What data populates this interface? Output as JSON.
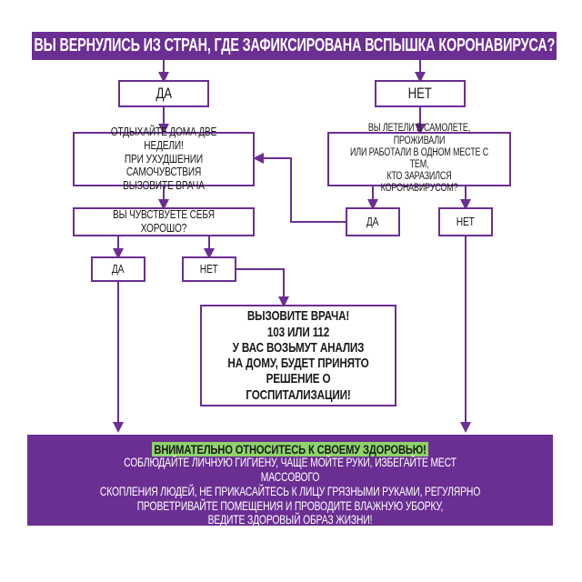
{
  "title": "ВЫ ВЕРНУЛИСЬ ИЗ СТРАН, ГДЕ ЗАФИКСИРОВАНА ВСПЫШКА КОРОНАВИРУСА?",
  "nodes": {
    "yes1": "ДА",
    "no1": "НЕТ",
    "stay_home": "ОТДЫХАЙТЕ ДОМА ДВЕ НЕДЕЛИ!\nПРИ УХУДШЕНИИ САМОЧУВСТВИЯ\nВЫЗОВИТЕ ВРАЧА",
    "contact_question": "ВЫ ЛЕТЕЛИ В САМОЛЕТЕ, ПРОЖИВАЛИ\nИЛИ РАБОТАЛИ В ОДНОМ МЕСТЕ С ТЕМ,\nКТО ЗАРАЗИЛСЯ КОРОНАВИРУСОМ?",
    "feel_question": "ВЫ ЧУВСТВУЕТЕ СЕБЯ ХОРОШО?",
    "yes2": "ДА",
    "no2": "НЕТ",
    "yes3": "ДА",
    "no3": "НЕТ",
    "call_doctor": "ВЫЗОВИТЕ ВРАЧА!\n103 ИЛИ 112\nУ ВАС ВОЗЬМУТ АНАЛИЗ\nНА ДОМУ, БУДЕТ ПРИНЯТО\nРЕШЕНИЕ О ГОСПИТАЛИЗАЦИИ!"
  },
  "footer": {
    "headline": "ВНИМАТЕЛЬНО ОТНОСИТЕСЬ К СВОЕМУ ЗДОРОВЬЮ!",
    "body": "СОБЛЮДАЙТЕ ЛИЧНУЮ ГИГИЕНУ, ЧАЩЕ МОЙТЕ РУКИ, ИЗБЕГАЙТЕ МЕСТ МАССОВОГО\nСКОПЛЕНИЯ ЛЮДЕЙ, НЕ ПРИКАСАЙТЕСЬ К ЛИЦУ ГРЯЗНЫМИ РУКАМИ, РЕГУЛЯРНО\nПРОВЕТРИВАЙТЕ ПОМЕЩЕНИЯ И ПРОВОДИТЕ ВЛАЖНУЮ УБОРКУ,\nВЕДИТЕ ЗДОРОВЫЙ ОБРАЗ ЖИЗНИ!"
  },
  "colors": {
    "purple": "#6b2e93",
    "highlight": "#8ed46a"
  }
}
